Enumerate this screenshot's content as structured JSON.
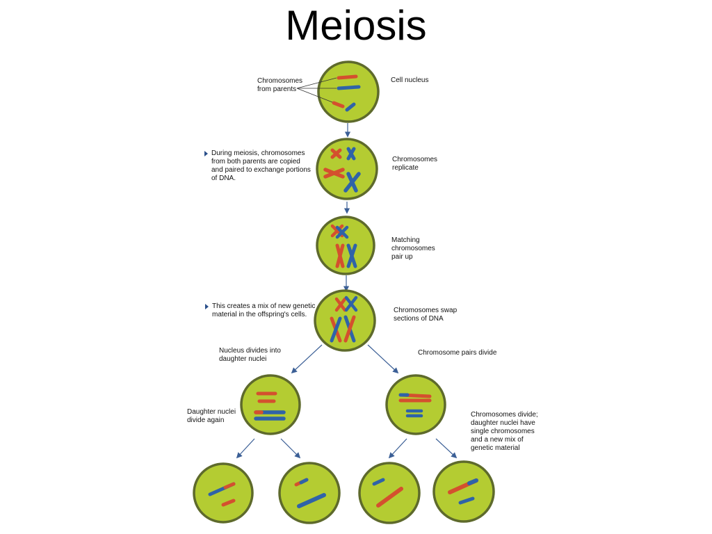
{
  "title": "Meiosis",
  "labels": {
    "chromosomes_from_parents": "Chromosomes\nfrom parents",
    "cell_nucleus": "Cell nucleus",
    "during_meiosis": "During meiosis, chromosomes\nfrom both parents are copied\nand paired to exchange portions\nof DNA.",
    "chromosomes_replicate": "Chromosomes\nreplicate",
    "matching_pair_up": "Matching\nchromosomes\npair up",
    "creates_mix": "This creates a mix of new genetic\nmaterial in the offspring's cells.",
    "chromosomes_swap": "Chromosomes swap\nsections of DNA",
    "nucleus_divides": "Nucleus divides into\ndaughter nuclei",
    "chromosome_pairs_divide": "Chromosome pairs divide",
    "daughter_divide_again": "Daughter nuclei\ndivide again",
    "chromosomes_divide": "Chromosomes divide;\ndaughter nuclei have\nsingle chromosomes\nand a new mix of\ngenetic material"
  },
  "colors": {
    "cell_fill": "#b4cc32",
    "cell_border": "#5e6a2c",
    "red_chromosome": "#d4502e",
    "blue_chromosome": "#2f63a8",
    "arrow": "#3b5f96"
  }
}
